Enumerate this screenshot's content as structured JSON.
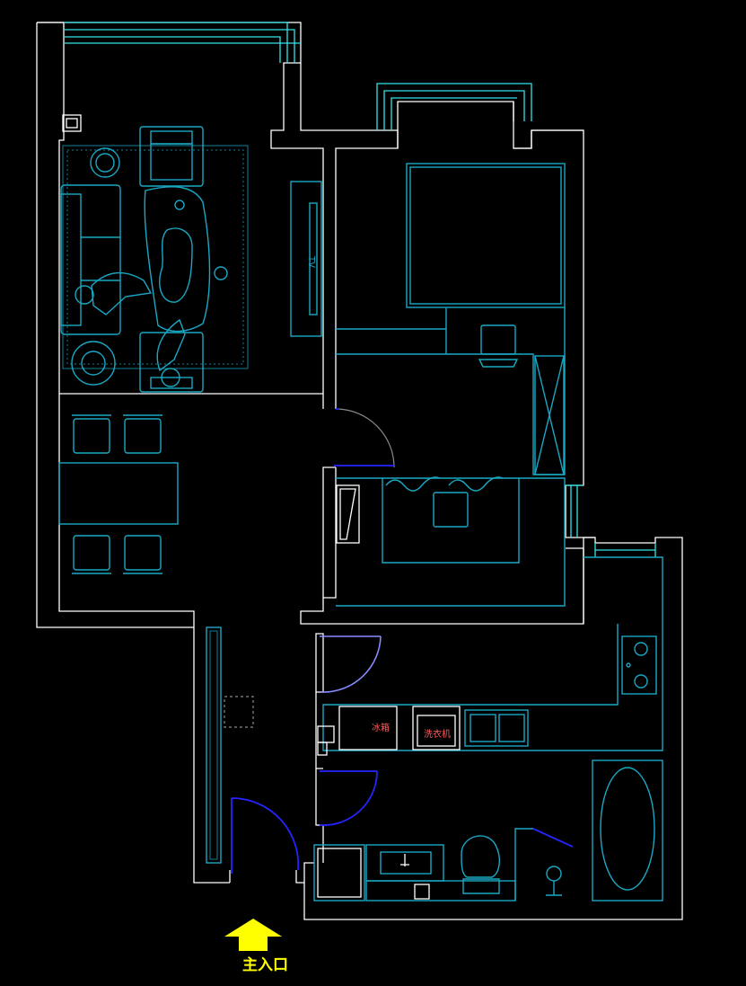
{
  "labels": {
    "tv": "TV",
    "fridge": "冰箱",
    "washer": "洗衣机",
    "entrance": "主入口"
  },
  "colors": {
    "background": "#000000",
    "walls": "#ffffff",
    "furniture": "#1aa7c4",
    "window": "#32e3e6",
    "door": "#2424ff",
    "entrance_arrow": "#ffff00",
    "appliance_label": "#ff5b5b"
  },
  "icons": {
    "entrance": "up-arrow-icon"
  }
}
